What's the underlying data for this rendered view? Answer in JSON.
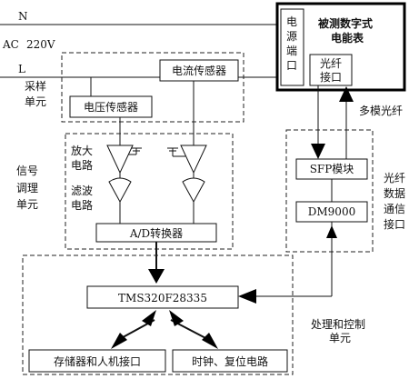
{
  "lines": {
    "n": "N",
    "ac": "AC",
    "voltage": "220V",
    "l": "L"
  },
  "meter": {
    "title_line1": "被测数字式",
    "title_line2": "电能表",
    "power_port": [
      "电",
      "源",
      "端",
      "口"
    ],
    "fiber_port_line1": "光纤",
    "fiber_port_line2": "接口"
  },
  "fiber_label": "多模光纤",
  "sampling": {
    "group_label": [
      "采样",
      "单元"
    ],
    "current_sensor": "电流传感器",
    "voltage_sensor": "电压传感器"
  },
  "signal": {
    "group_label": [
      "信号",
      "调理",
      "单元"
    ],
    "amplifier": [
      "放大",
      "电路"
    ],
    "filter": [
      "滤波",
      "电路"
    ],
    "adc": "A/D转换器"
  },
  "optical": {
    "group_label": [
      "光纤",
      "数据",
      "通信",
      "接口"
    ],
    "sfp": "SFP模块",
    "dm9000": "DM9000"
  },
  "processing": {
    "cpu": "TMS320F28335",
    "storage": "存储器和人机接口",
    "clock": "时钟、复位电路",
    "group_label": [
      "处理和控制",
      "单元"
    ]
  }
}
